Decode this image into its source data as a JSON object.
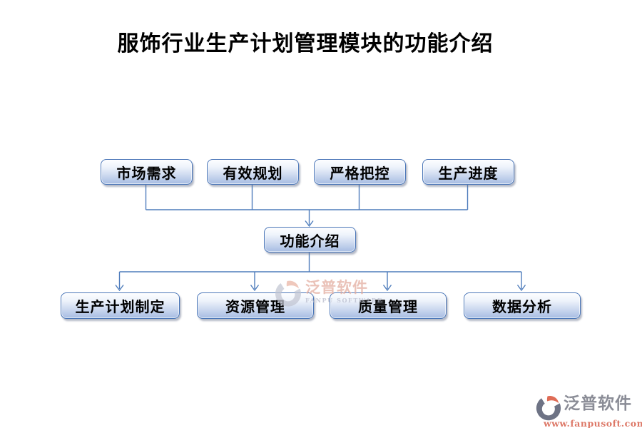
{
  "title": "服饰行业生产计划管理模块的功能介绍",
  "flowchart": {
    "top_row": [
      {
        "label": "市场需求"
      },
      {
        "label": "有效规划"
      },
      {
        "label": "严格把控"
      },
      {
        "label": "生产进度"
      }
    ],
    "center_node": {
      "label": "功能介绍"
    },
    "bottom_row": [
      {
        "label": "生产计划制定"
      },
      {
        "label": "资源管理"
      },
      {
        "label": "质量管理"
      },
      {
        "label": "数据分析"
      }
    ]
  },
  "watermark": {
    "brand": "泛普软件",
    "brand_en": "FANPU SOFTWARE"
  },
  "footer": {
    "brand": "泛普软件",
    "website": "www.fanpusoft.com"
  },
  "colors": {
    "node_border": "#4a76b8",
    "node_fill_top": "#fdfeff",
    "node_fill_bottom": "#a6bce2",
    "connector": "#4f7dbc",
    "brand_gray": "#8a8c96",
    "brand_red": "#dd7867",
    "watermark_pink": "#e2ab9d"
  }
}
